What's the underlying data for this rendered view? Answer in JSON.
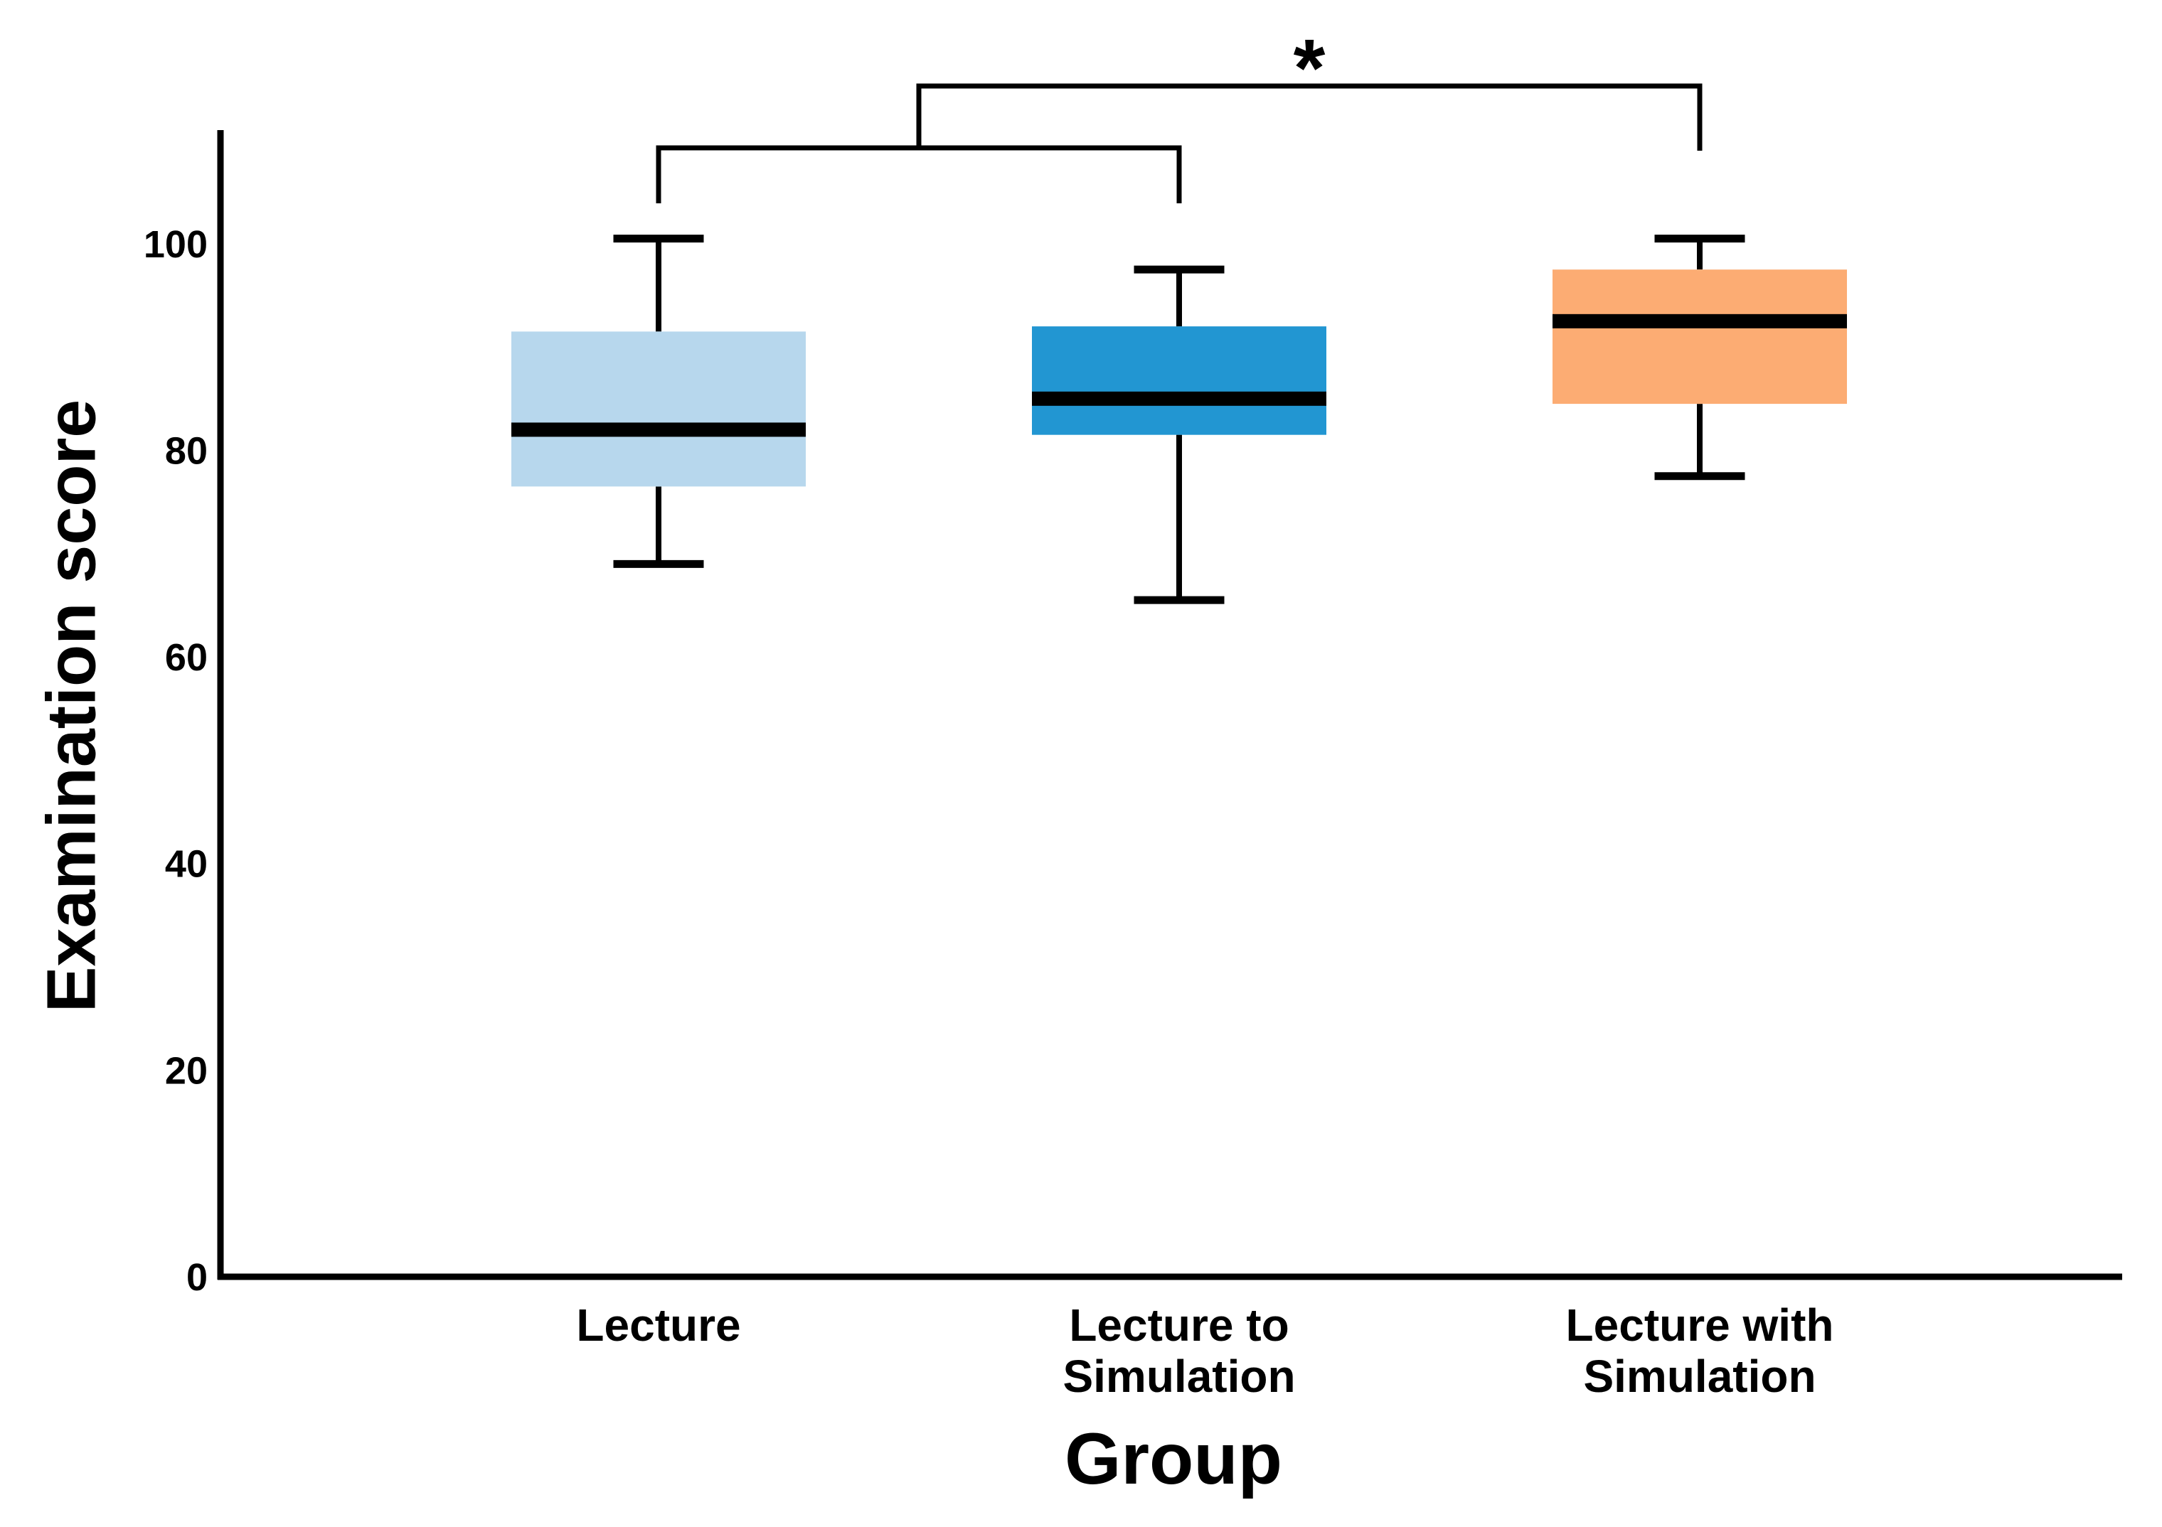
{
  "figure": {
    "kind": "box-and-whisker plot",
    "background_color": "#ffffff",
    "text_color": "#000000"
  },
  "chart_data": {
    "type": "box",
    "title": "",
    "xlabel": "Group",
    "ylabel": "Examination score",
    "ylim": [
      0,
      111
    ],
    "yticks": [
      0,
      20,
      40,
      60,
      80,
      100
    ],
    "grid": false,
    "legend": false,
    "categories": [
      "Lecture",
      "Lecture to Simulation",
      "Lecture with Simulation"
    ],
    "category_label_lines": [
      [
        "Lecture"
      ],
      [
        "Lecture to",
        "Simulation"
      ],
      [
        "Lecture with",
        "Simulation"
      ]
    ],
    "series": [
      {
        "name": "Lecture",
        "min": 69,
        "q1": 76.5,
        "median": 82,
        "q3": 91.5,
        "max": 100.5,
        "color": "#B7D7ED"
      },
      {
        "name": "Lecture to Simulation",
        "min": 65.5,
        "q1": 81.5,
        "median": 85,
        "q3": 92,
        "max": 97.5,
        "color": "#2296D2"
      },
      {
        "name": "Lecture with Simulation",
        "min": 77.5,
        "q1": 84.5,
        "median": 92.5,
        "q3": 97.5,
        "max": 100.5,
        "color": "#FCAC73"
      }
    ],
    "significance": {
      "label": "*",
      "lower_bracket_groups": [
        "Lecture",
        "Lecture to Simulation"
      ],
      "upper_bracket_connects": [
        "Lecture + Lecture to Simulation",
        "Lecture with Simulation"
      ]
    }
  }
}
